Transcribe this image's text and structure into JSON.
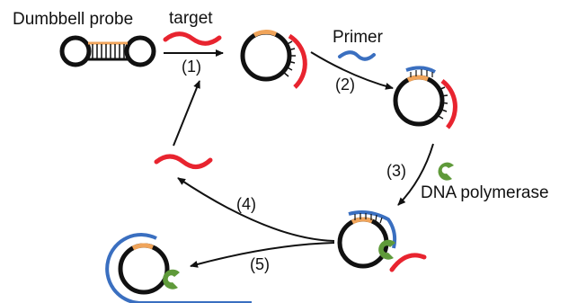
{
  "labels": {
    "dumbbell_probe": "Dumbbell probe",
    "target": "target",
    "primer": "Primer",
    "dna_polymerase": "DNA polymerase"
  },
  "steps": [
    "(1)",
    "(2)",
    "(3)",
    "(4)",
    "(5)"
  ],
  "colors": {
    "circle": "#111111",
    "stem": "#f0a45a",
    "target": "#e8242f",
    "primer": "#3a6fc0",
    "polymerase": "#5f9a3a",
    "arrow": "#111111"
  }
}
